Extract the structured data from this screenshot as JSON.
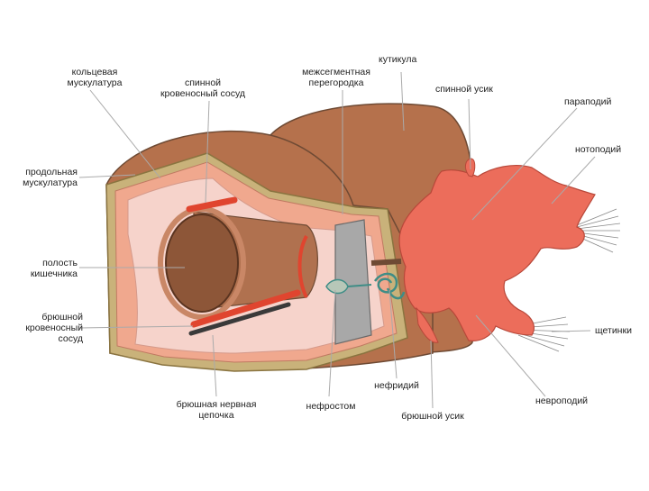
{
  "diagram": {
    "labels": {
      "circular_muscle": "кольцевая\nмускулатура",
      "dorsal_vessel": "спинной\nкровеносный сосуд",
      "septum": "межсегментная\nперегородка",
      "cuticle": "кутикула",
      "dorsal_cirrus": "спинной усик",
      "parapodium": "параподий",
      "notopodium": "нотоподий",
      "longitudinal_muscle": "продольная\nмускулатура",
      "gut_cavity": "полость\nкишечника",
      "ventral_vessel": "брюшной\nкровеносный\nсосуд",
      "ventral_nerve_cord": "брюшная нервная\nцепочка",
      "nephrostome": "нефростом",
      "nephridium": "нефридий",
      "ventral_cirrus": "брюшной усик",
      "chaetae": "щетинки",
      "neuropodium": "невроподий"
    },
    "colors": {
      "body_brown": "#b5714c",
      "muscle_pink": "#f0a88e",
      "cavity_pink": "#f6d3cb",
      "gut_brown": "#8d5638",
      "vessel_red": "#e0452f",
      "outline_olive": "#b39a5a",
      "parapodium_coral": "#ec6d5b",
      "septum_gray": "#a8a8a8",
      "nerve_dark": "#3a3a3a",
      "nephridium_teal": "#3f8d86"
    }
  }
}
